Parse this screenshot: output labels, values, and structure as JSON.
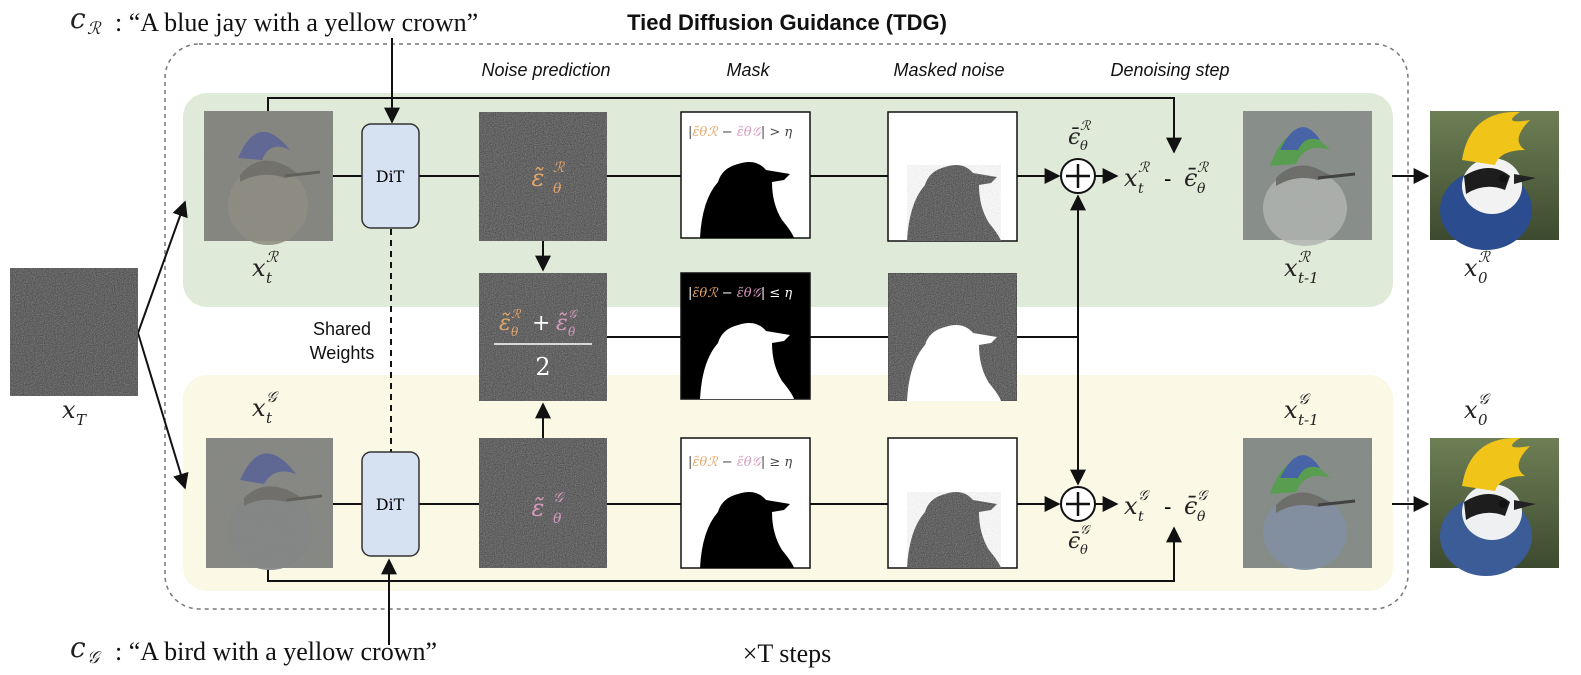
{
  "title": "Tied Diffusion Guidance (TDG)",
  "prompt_R": {
    "symbol": "c",
    "sub": "ℛ",
    "text": ": “A blue jay with a yellow crown”"
  },
  "prompt_G": {
    "symbol": "c",
    "sub": "𝒢",
    "text": ": “A bird with a yellow crown”"
  },
  "column_headers": {
    "noise_prediction": "Noise prediction",
    "mask": "Mask",
    "masked_noise": "Masked noise",
    "denoising_step": "Denoising step"
  },
  "dit_label": "DiT",
  "shared_weights": [
    "Shared",
    "Weights"
  ],
  "steps_label": "×T steps",
  "latents": {
    "x_T": "x_T",
    "x_t_R": "x_t^ℛ",
    "x_t_G": "x_t^𝒢",
    "x_tm1_R": "x_{t-1}^ℛ",
    "x_tm1_G": "x_{t-1}^𝒢",
    "x_0_R": "x_0^ℛ",
    "x_0_G": "x_0^𝒢"
  },
  "noise_labels": {
    "eps_R": "ε̃θℛ",
    "eps_G": "ε̃θ𝒢",
    "avg": "(ε̃θℛ + ε̃θ𝒢) / 2",
    "eps_bar_R": "ε̄θℛ",
    "eps_bar_G": "ε̄θ𝒢"
  },
  "mask_conditions": {
    "top": "|ε̃θℛ − ε̃θ𝒢| > η",
    "middle": "|ε̃θℛ − ε̃θ𝒢| ≤ η",
    "bottom": "|ε̃θℛ − ε̃θ𝒢| ≥ η"
  },
  "denoise_equations": {
    "top": "x_t^ℛ - ε̄θℛ",
    "bottom": "x_t^𝒢 - ε̄θ𝒢"
  },
  "colors": {
    "branch_R_bg": "#e0ead8",
    "branch_G_bg": "#fbf8e6",
    "dit_fill": "#d6e2f1",
    "noise_tile": "#3c3c3c",
    "eps_R_color": "#e5a76a",
    "eps_G_color": "#d79bc0"
  }
}
